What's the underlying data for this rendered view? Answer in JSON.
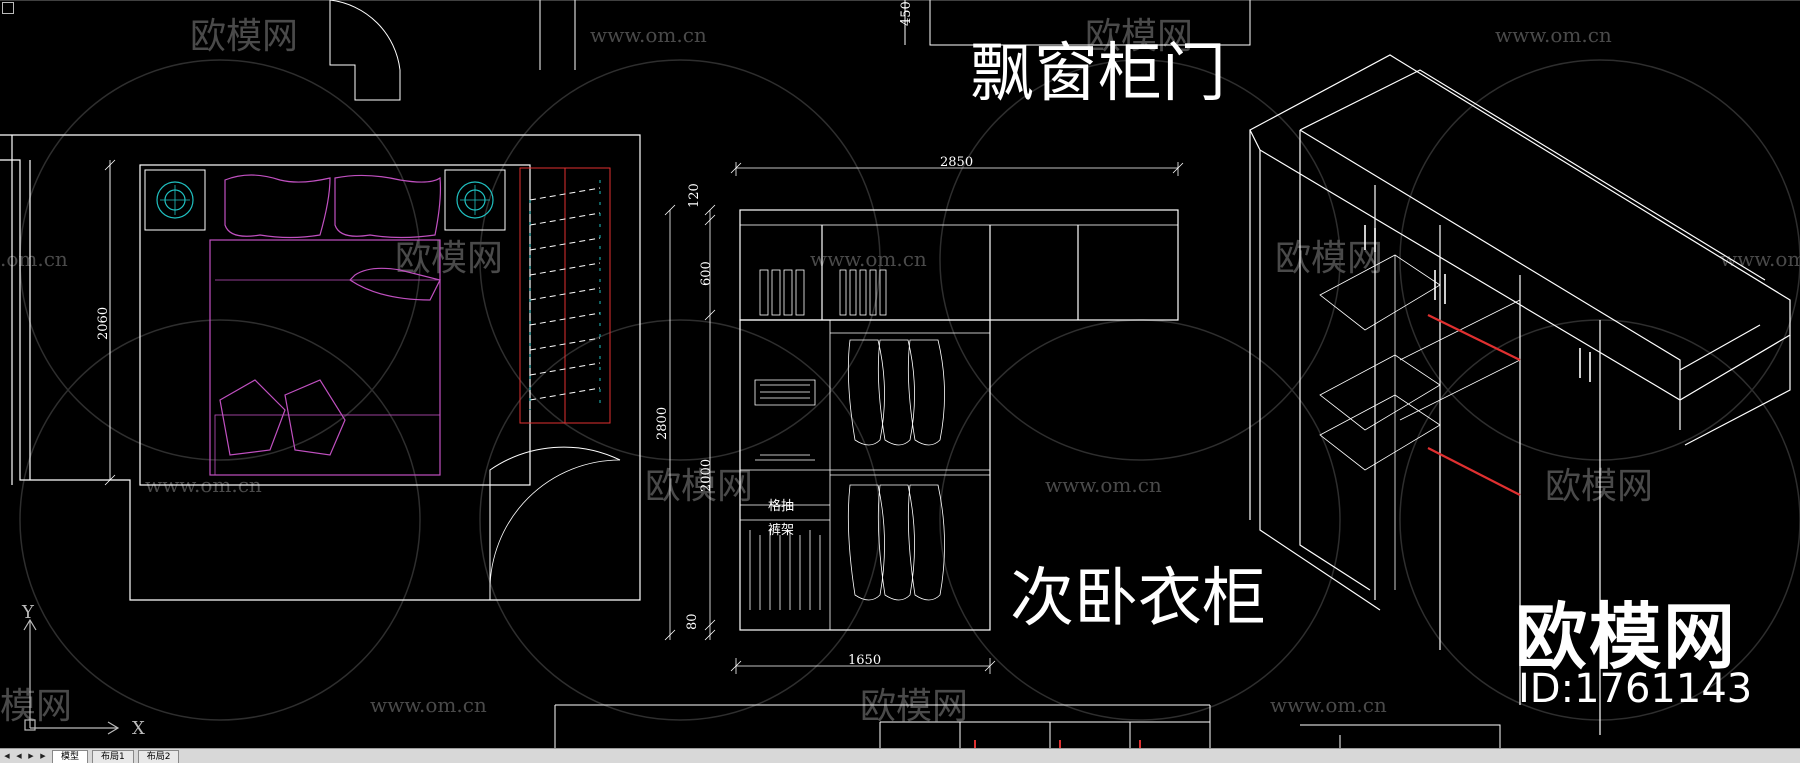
{
  "drawing": {
    "title_bay_window": "飘窗柜门",
    "title_wardrobe": "次卧衣柜",
    "dims": {
      "top_450": "450",
      "room_2060": "2060",
      "width_2850": "2850",
      "h_120": "120",
      "h_600": "600",
      "h_2800": "2800",
      "h_2000": "2000",
      "h_80": "80",
      "width_1650": "1650"
    },
    "labels": {
      "drawer": "格抽",
      "pants_rack": "裤架"
    },
    "ucs": {
      "x": "X",
      "y": "Y"
    }
  },
  "watermarks": {
    "brand_cn": "欧模网",
    "url": "www.om.cn",
    "url_partial": ".om.cn",
    "brand_partial": "模网"
  },
  "brand": {
    "name": "欧模网",
    "id": "ID:1761143"
  },
  "tabs": [
    {
      "label": "模型"
    },
    {
      "label": "布局1"
    },
    {
      "label": "布局2"
    }
  ],
  "colors": {
    "background": "#000000",
    "line": "#ffffff",
    "magenta": "#c050c0",
    "cyan": "#20c0c0",
    "red": "#e03030"
  }
}
